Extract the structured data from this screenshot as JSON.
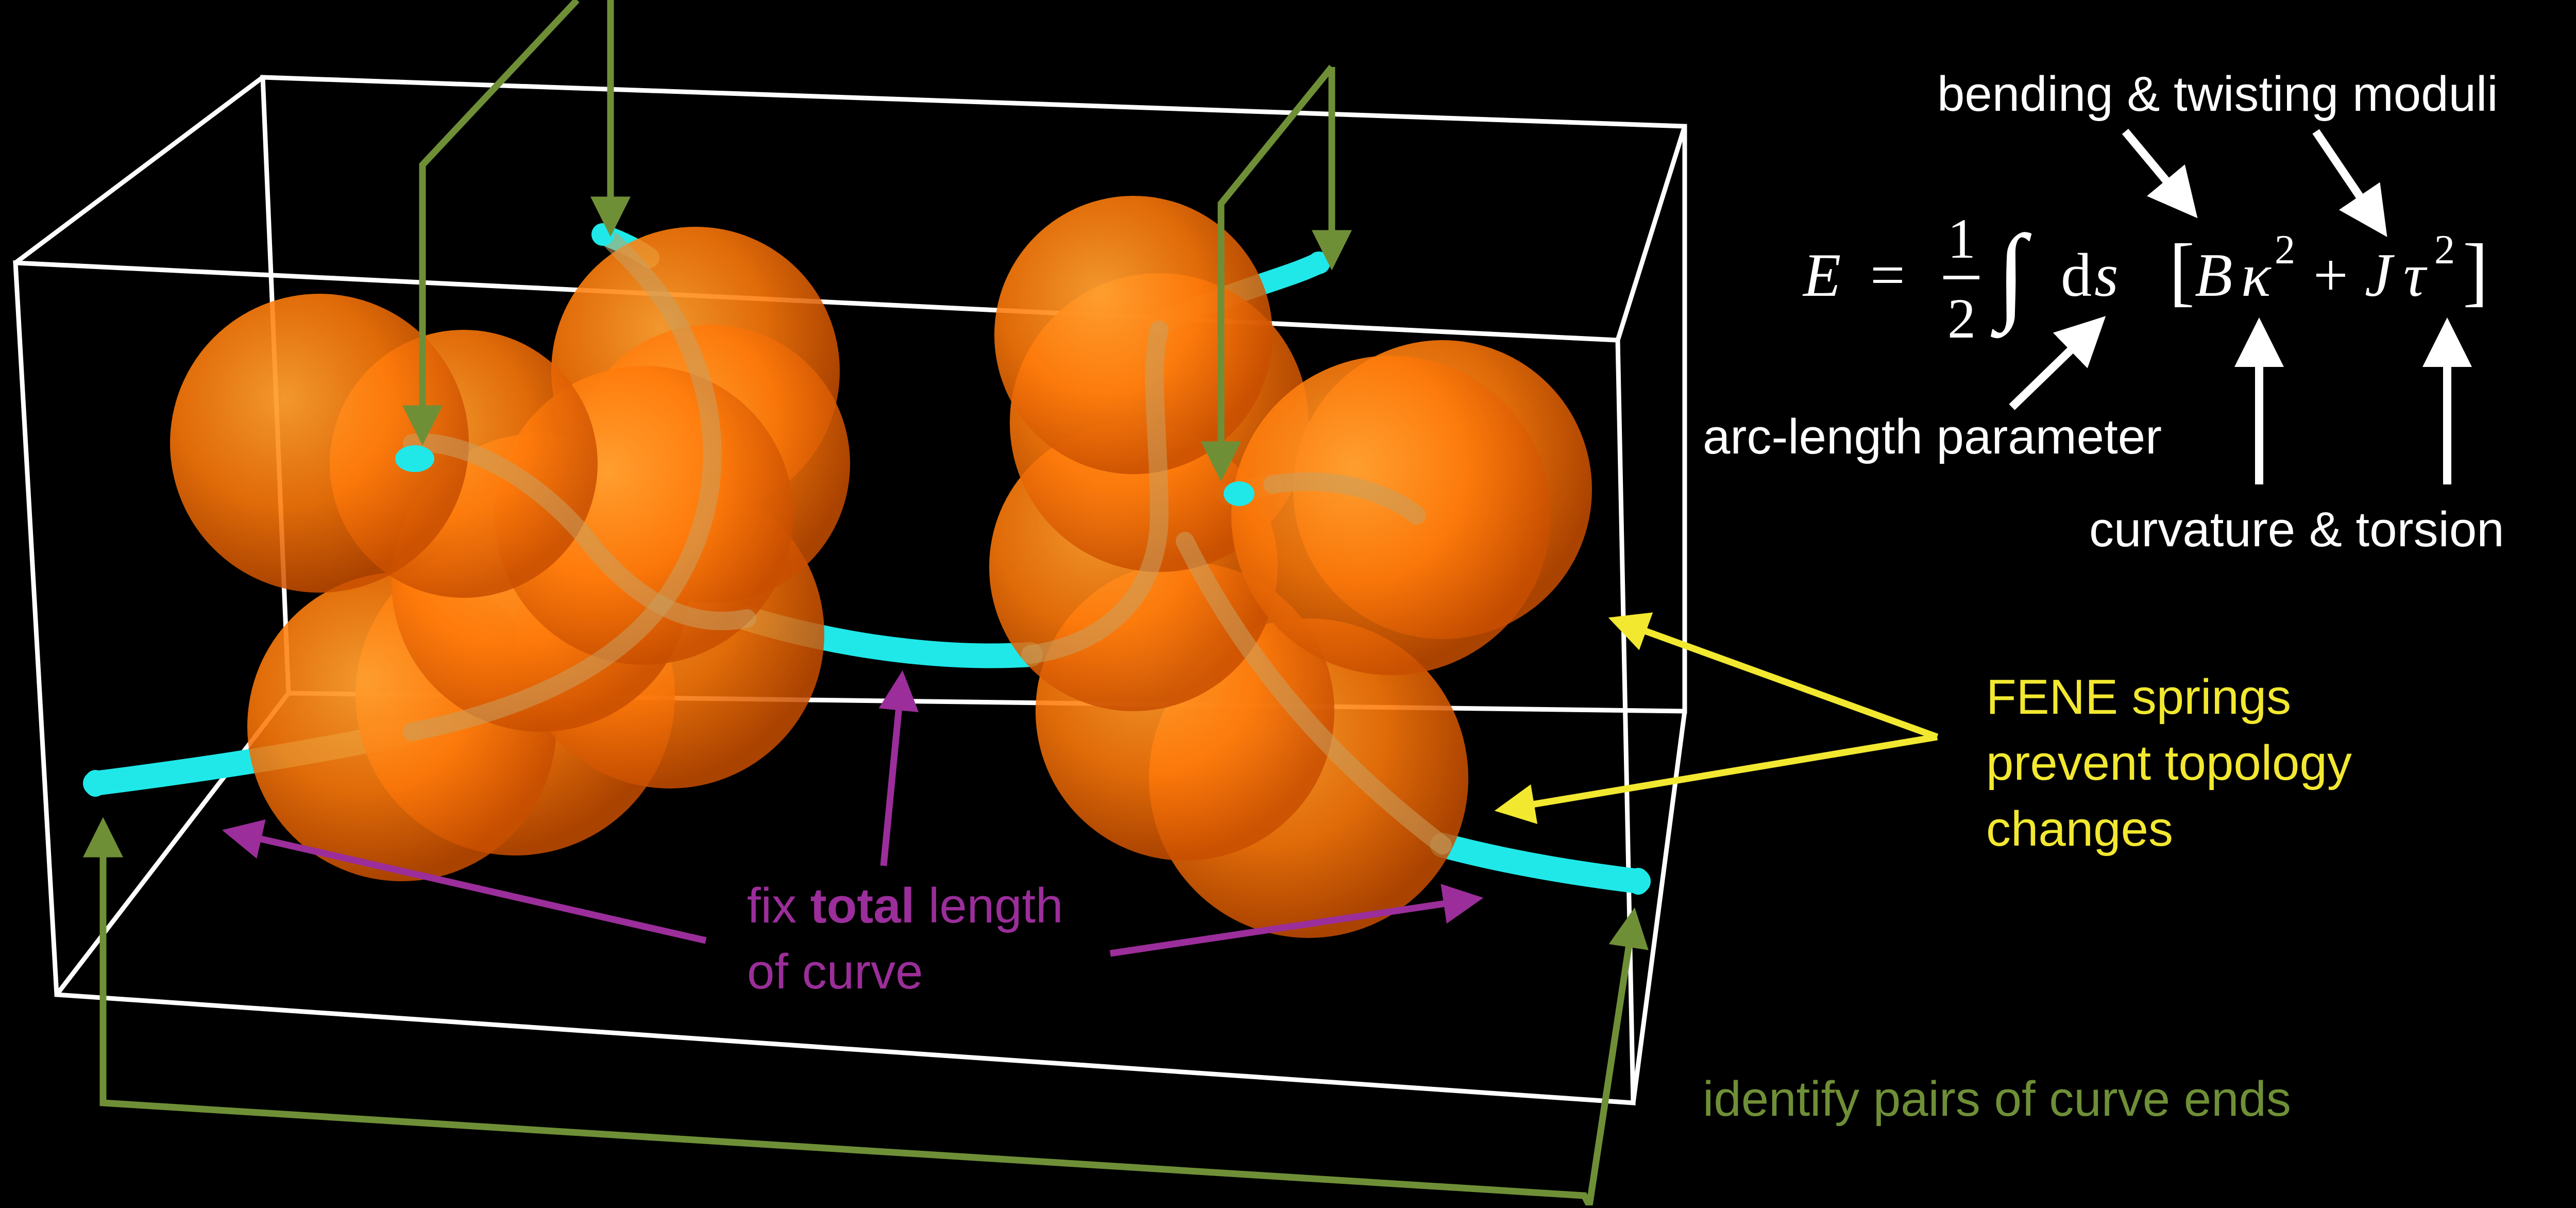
{
  "labels": {
    "moduli": "bending & twisting moduli",
    "arc_length": "arc-length parameter",
    "curv_torsion": "curvature & torsion",
    "fene_1": "FENE springs",
    "fene_2": "prevent topology",
    "fene_3": "changes",
    "fix_pre": "fix ",
    "fix_bold": "total",
    "fix_post": " length",
    "fix_line2": "of curve",
    "identify": "identify pairs of curve ends"
  },
  "equation": {
    "lhs": "E",
    "equals": "=",
    "frac_num": "1",
    "frac_den": "2",
    "integral": "∫",
    "d": "d",
    "s": "s",
    "lbracket": "[",
    "B": "B",
    "kappa": "κ",
    "sq1": "2",
    "plus": "+",
    "J": "J",
    "tau": "τ",
    "sq2": "2",
    "rbracket": "]"
  },
  "colors": {
    "background": "#000000",
    "box": "#ffffff",
    "sphere": "#ff7a0a",
    "tube": "#20e8e8",
    "arrow_white": "#ffffff",
    "arrow_yellow": "#f2e830",
    "arrow_purple": "#9b2e9a",
    "arrow_green": "#6f8f37"
  }
}
